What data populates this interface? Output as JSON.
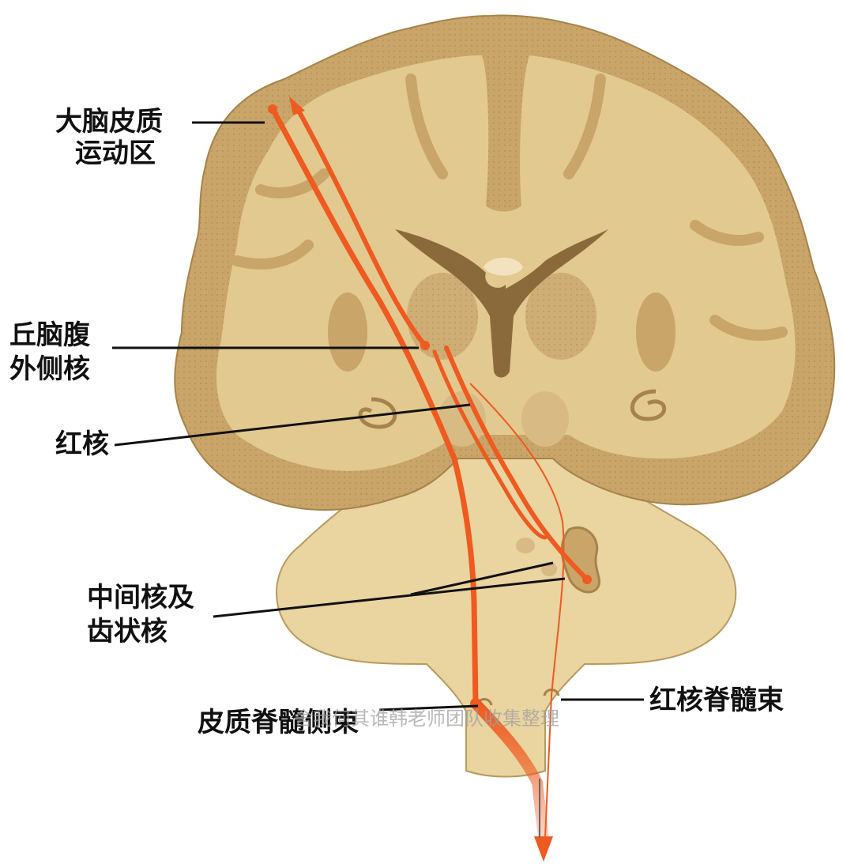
{
  "labels": {
    "motor_cortex_line1": "大脑皮质",
    "motor_cortex_line2": "运动区",
    "thalamus_line1": "丘脑腹",
    "thalamus_line2": "外侧核",
    "red_nucleus": "红核",
    "cerebellar_nuclei_line1": "中间核及",
    "cerebellar_nuclei_line2": "齿状核",
    "corticospinal_tract": "皮质脊髓侧束",
    "rubrospinal_tract": "红核脊髓束"
  },
  "watermark": "舍我何其谁韩老师团队收集整理",
  "colors": {
    "cortex_gray": "#c9a56a",
    "white_matter": "#e2c98f",
    "ventricle": "#8a6a3a",
    "pathway": "#ee5a20",
    "label_text": "#111111"
  }
}
